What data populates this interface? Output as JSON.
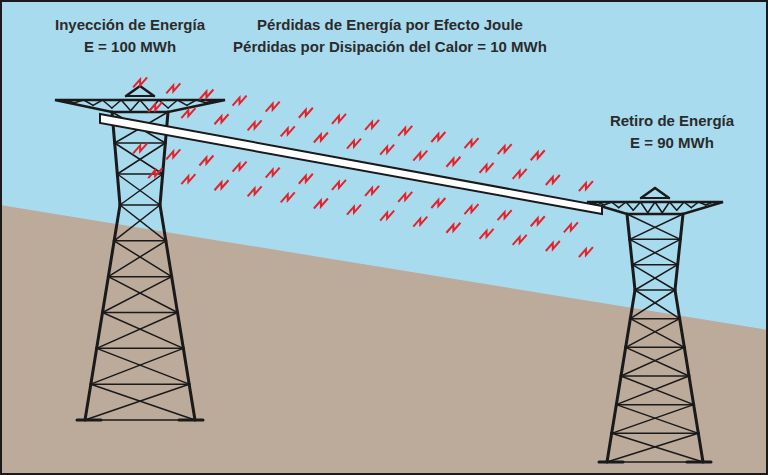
{
  "diagram": {
    "labels": [
      "Inyección de Energía",
      "E = 100 MWh",
      "Pérdidas de Energía por Efecto Joule",
      "Pérdidas por Disipación del Calor = 10 MWh",
      "Retiro de Energía",
      "E = 90 MWh"
    ]
  }
}
